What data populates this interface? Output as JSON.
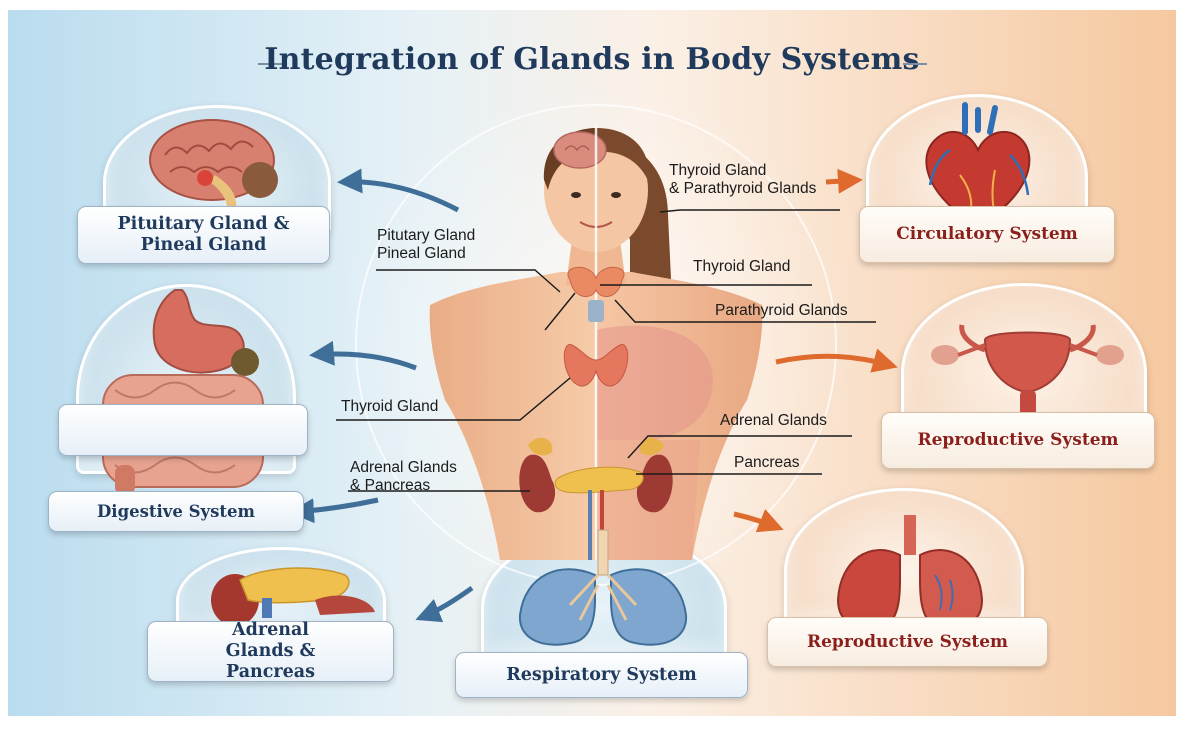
{
  "title": "Integration of Glands in Body Systems",
  "system_labels": {
    "pituitary_pineal": "Pituitary Gland & Pineal Gland",
    "circulatory": "Circulatory System",
    "digestive": "Digestive System",
    "reproductive_right": "Reproductive System",
    "adrenal_pancreas": "Adrenal Glands & Pancreas",
    "respiratory": "Respiratory System",
    "reproductive_bottom": "Reproductive System"
  },
  "callouts": {
    "pituitary_pineal": "Pitutary Gland\nPineal Gland",
    "thyroid_parathyroid": "Thyroid Gland\n& Parathyroid Glands",
    "thyroid_right": "Thyroid Gland",
    "parathyroid": "Parathyroid Glands",
    "thyroid_left": "Thyroid Gland",
    "adrenal_right": "Adrenal Glands",
    "pancreas": "Pancreas",
    "adrenal_pancreas": "Adrenal Glands\n& Pancreas"
  },
  "colors": {
    "title": "#1f3a5c",
    "blue_label_text": "#1f3a5c",
    "warm_label_text": "#8a1f1b",
    "blue_arrow": "#3f6f98",
    "orange_arrow": "#de6a2e",
    "skin": "#f2c09c",
    "organ_red": "#c8433a",
    "gland_orange": "#e9a94a",
    "lung_blue": "#6f9cc8"
  },
  "icons": [
    "brain-icon",
    "heart-icon",
    "stomach-intestines-icon",
    "uterus-icon",
    "adrenal-pancreas-icon",
    "lungs-icon",
    "lungs-heart-icon",
    "human-body-figure"
  ]
}
